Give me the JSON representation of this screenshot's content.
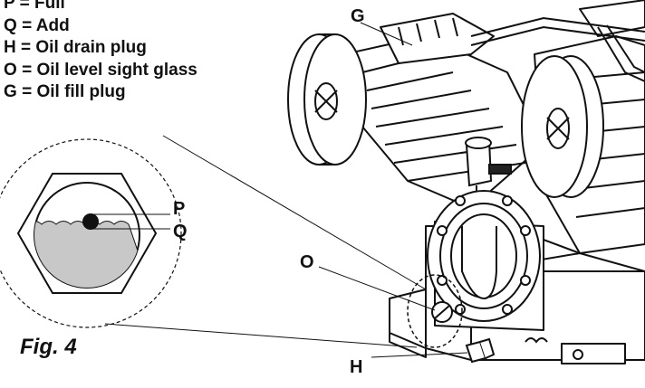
{
  "legend": [
    {
      "key": "P",
      "sep": "=",
      "text": "Full"
    },
    {
      "key": "Q",
      "sep": "=",
      "text": "Add"
    },
    {
      "key": "H",
      "sep": "=",
      "text": "Oil drain plug"
    },
    {
      "key": "O",
      "sep": "=",
      "text": "Oil level sight glass"
    },
    {
      "key": "G",
      "sep": "=",
      "text": "Oil fill plug"
    }
  ],
  "callouts": {
    "p": "P",
    "q": "Q",
    "o": "O",
    "h": "H",
    "g": "G"
  },
  "figure_label": "Fig. 4",
  "colors": {
    "line": "#111111",
    "oil": "#c8c8c8",
    "background": "#ffffff"
  }
}
